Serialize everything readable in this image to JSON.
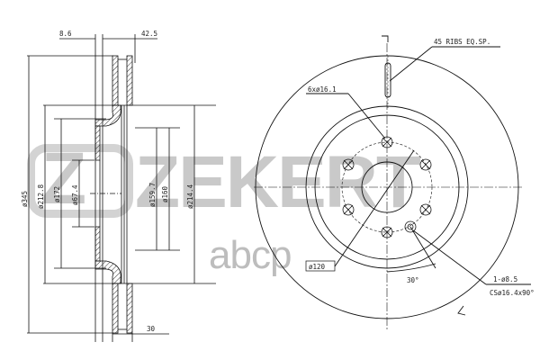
{
  "watermark": {
    "logo_text": "ZEKERT",
    "badge_letter": "Z",
    "site_text": "abcp",
    "color": "#c9c9c9"
  },
  "side_view": {
    "dimensions": {
      "offset_top_left": "8.6",
      "offset_top_right": "42.5",
      "overall_diameter": "ø345",
      "friction_inner": "ø212.8",
      "hat_diameter": "ø172",
      "center_bore": "ø67.4",
      "pilot_diameter": "ø159.7",
      "hub_diameter": "ø160",
      "outer_hat": "ø214.4",
      "thickness": "30"
    }
  },
  "front_view": {
    "rib_note": "45 RIBS EQ.SP.",
    "bolt_holes": "6xø16.1",
    "pcd_label": "ø120",
    "angle_label": "30°",
    "locating_hole": "1-ø8.5",
    "countersink": "CSø16.4x90°"
  },
  "colors": {
    "line": "#111111",
    "watermark": "#c9c9c9",
    "hatch": "#333333"
  }
}
